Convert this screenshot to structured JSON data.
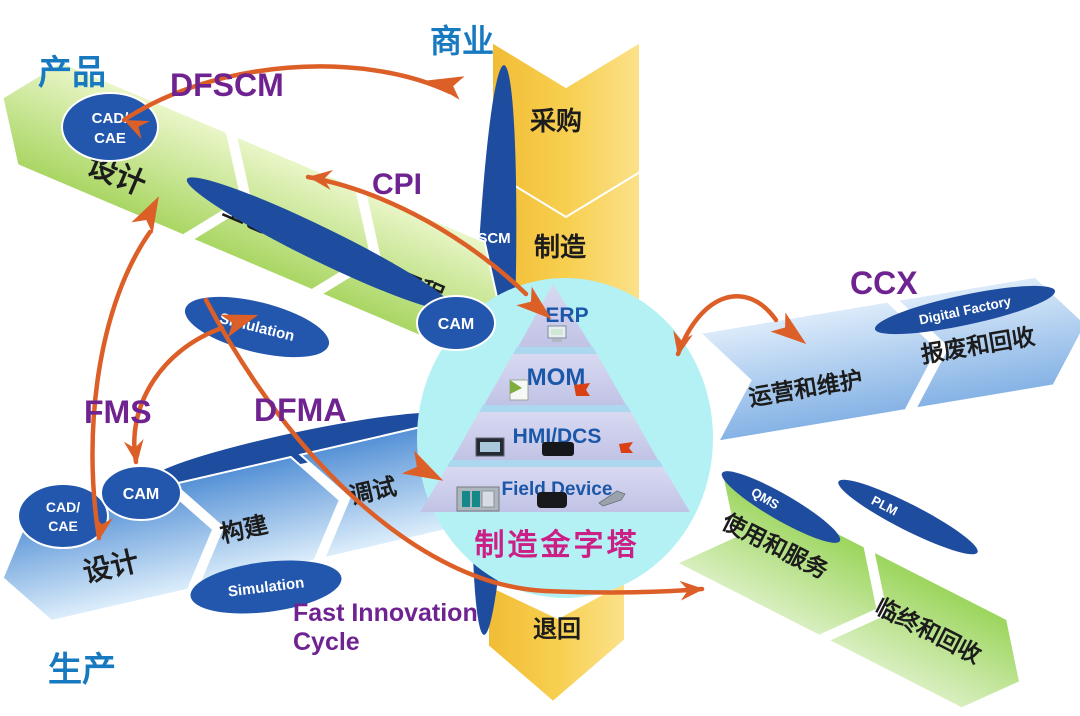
{
  "colors": {
    "orange_arrow": "#dd5f28",
    "purple_label": "#6f2391",
    "blue_label": "#1779c0",
    "pyramid_title_color": "#cc1f86",
    "navy": "#1e4c9e",
    "band_green": "#b2db70",
    "band_blue": "#8cb6e6",
    "band_yellow": "#f7cf4f",
    "circle_cyan": "#b4f1f4"
  },
  "corner_labels": {
    "product": "产品",
    "business": "商业",
    "production": "生产"
  },
  "flow_labels": {
    "dfscm": "DFSCM",
    "cpi": "CPI",
    "ccx": "CCX",
    "fms": "FMS",
    "dfma": "DFMA",
    "fast_innovation_line1": "Fast Innovation",
    "fast_innovation_line2": "Cycle"
  },
  "product_band": {
    "segments": [
      "设计",
      "工艺设计",
      "生产工程"
    ]
  },
  "production_band": {
    "segments": [
      "设计",
      "构建",
      "调试"
    ]
  },
  "business_band": {
    "procure": "采购",
    "manufacture": "制造",
    "return": "退回",
    "scm": "SCM"
  },
  "ccx_band": {
    "segments": [
      "运营和维护",
      "报废和回收"
    ],
    "digital_factory": "Digital Factory"
  },
  "service_band": {
    "segments": [
      "使用和服务",
      "临终和回收"
    ],
    "qms": "QMS",
    "plm": "PLM"
  },
  "badges": {
    "cad_cae_line1": "CAD/",
    "cad_cae_line2": "CAE",
    "cam": "CAM",
    "simulation": "Simulation"
  },
  "pyramid": {
    "title": "制造金字塔",
    "levels": [
      "ERP",
      "MOM",
      "HMI/DCS",
      "Field Device"
    ]
  }
}
